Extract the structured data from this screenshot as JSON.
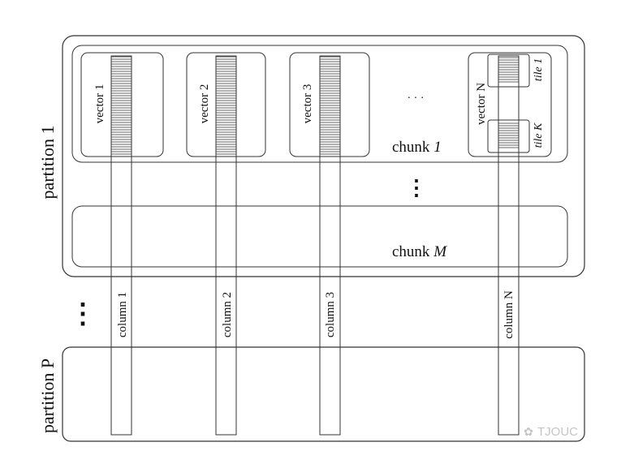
{
  "partitions": {
    "first": "partition 1",
    "last": "partition P"
  },
  "chunks": {
    "first_prefix": "chunk ",
    "first_index": "1",
    "last_prefix": "chunk ",
    "last_index": "M"
  },
  "vectors": [
    "vector 1",
    "vector 2",
    "vector 3",
    "vector N"
  ],
  "columns": [
    "column 1",
    "column 2",
    "column 3",
    "column N"
  ],
  "tiles": {
    "first": "tile 1",
    "last": "tile K"
  },
  "ellipsis": {
    "vectors": "· · ·",
    "chunks": "⋮",
    "partitions": "⋮"
  },
  "watermark": {
    "glyph": "✿",
    "text": "TJOUC"
  },
  "colors": {
    "stroke": "#333333",
    "text": "#111111",
    "watermark": "#c4c4c4"
  }
}
